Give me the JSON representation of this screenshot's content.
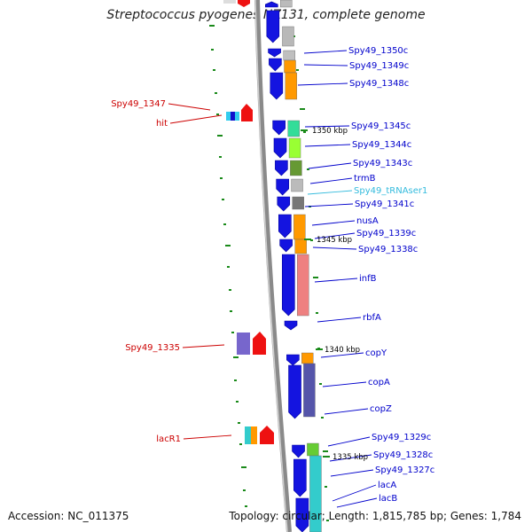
{
  "title": "Streptococcus pyogenes NZ131, complete genome",
  "footer": {
    "accession": "Accession: NC_011375",
    "stats": "Topology: circular; Length: 1,815,785 bp; Genes: 1,784"
  },
  "colors": {
    "forward_label": "#cc0000",
    "reverse_label": "#0000cc",
    "trna_label": "#33bbdd",
    "strand_blue": "#1010e0",
    "backbone": "#888888"
  },
  "kbp_markers": [
    {
      "label": "1350 kbp"
    },
    {
      "label": "1345 kbp"
    },
    {
      "label": "1340 kbp"
    },
    {
      "label": "1335 kbp"
    }
  ],
  "gene_labels_right": [
    {
      "name": "Spy49_1350c",
      "type": "gene"
    },
    {
      "name": "Spy49_1349c",
      "type": "gene"
    },
    {
      "name": "Spy49_1348c",
      "type": "gene"
    },
    {
      "name": "Spy49_1345c",
      "type": "gene"
    },
    {
      "name": "Spy49_1344c",
      "type": "gene"
    },
    {
      "name": "Spy49_1343c",
      "type": "gene"
    },
    {
      "name": "trmB",
      "type": "gene"
    },
    {
      "name": "Spy49_tRNAser1",
      "type": "trna"
    },
    {
      "name": "Spy49_1341c",
      "type": "gene"
    },
    {
      "name": "nusA",
      "type": "gene"
    },
    {
      "name": "Spy49_1339c",
      "type": "gene"
    },
    {
      "name": "Spy49_1338c",
      "type": "gene"
    },
    {
      "name": "infB",
      "type": "gene"
    },
    {
      "name": "rbfA",
      "type": "gene"
    },
    {
      "name": "copY",
      "type": "gene"
    },
    {
      "name": "copA",
      "type": "gene"
    },
    {
      "name": "copZ",
      "type": "gene"
    },
    {
      "name": "Spy49_1329c",
      "type": "gene"
    },
    {
      "name": "Spy49_1328c",
      "type": "gene"
    },
    {
      "name": "Spy49_1327c",
      "type": "gene"
    },
    {
      "name": "lacA",
      "type": "gene"
    },
    {
      "name": "lacB",
      "type": "gene"
    }
  ],
  "gene_labels_left": [
    {
      "name": "Spy49_1347"
    },
    {
      "name": "hit"
    },
    {
      "name": "Spy49_1335"
    },
    {
      "name": "lacR1"
    }
  ]
}
